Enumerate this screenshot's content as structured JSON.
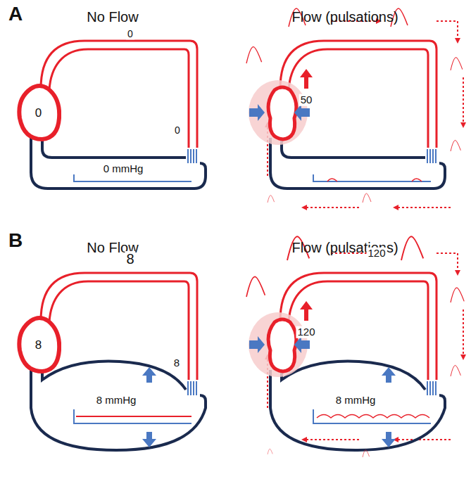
{
  "diagram": {
    "nodes": [
      {
        "text": [
          "0"
        ]
      },
      {
        "text": [
          "8"
        ]
      }
    ],
    "labels": [
      "A",
      "No Flow",
      "Flow (pulsations)",
      "0",
      "0",
      "0 mmHg",
      "50",
      "B",
      "No Flow",
      "Flow (pulsations)",
      "8",
      "8",
      "8 mmHg",
      "120",
      "120",
      "8 mmHg"
    ]
  }
}
